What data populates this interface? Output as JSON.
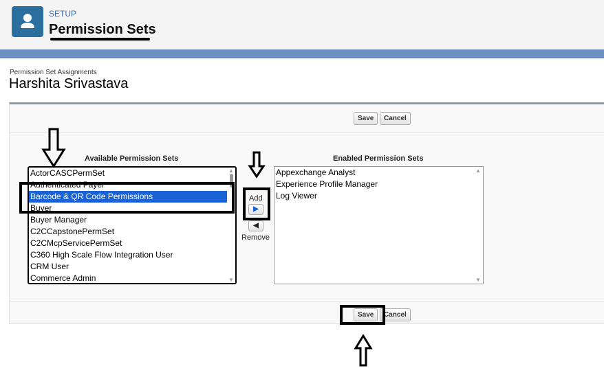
{
  "header": {
    "section": "SETUP",
    "title": "Permission Sets",
    "icon": "user-icon"
  },
  "page": {
    "subtitle": "Permission Set Assignments",
    "name": "Harshita Srivastava"
  },
  "buttons": {
    "save": "Save",
    "cancel": "Cancel",
    "add": "Add",
    "remove": "Remove"
  },
  "available": {
    "label": "Available Permission Sets",
    "selected": "Barcode & QR Code Permissions",
    "items": [
      "ActorCASCPermSet",
      "Authenticated Payer",
      "Barcode & QR Code Permissions",
      "Buyer",
      "Buyer Manager",
      "C2CCapstonePermSet",
      "C2CMcpServicePermSet",
      "C360 High Scale Flow Integration User",
      "CRM User",
      "Commerce Admin"
    ]
  },
  "enabled": {
    "label": "Enabled Permission Sets",
    "items": [
      "Appexchange Analyst",
      "Experience Profile Manager",
      "Log Viewer"
    ]
  },
  "colors": {
    "selection": "#1a63d6",
    "brand_icon": "#2b6f9e"
  }
}
